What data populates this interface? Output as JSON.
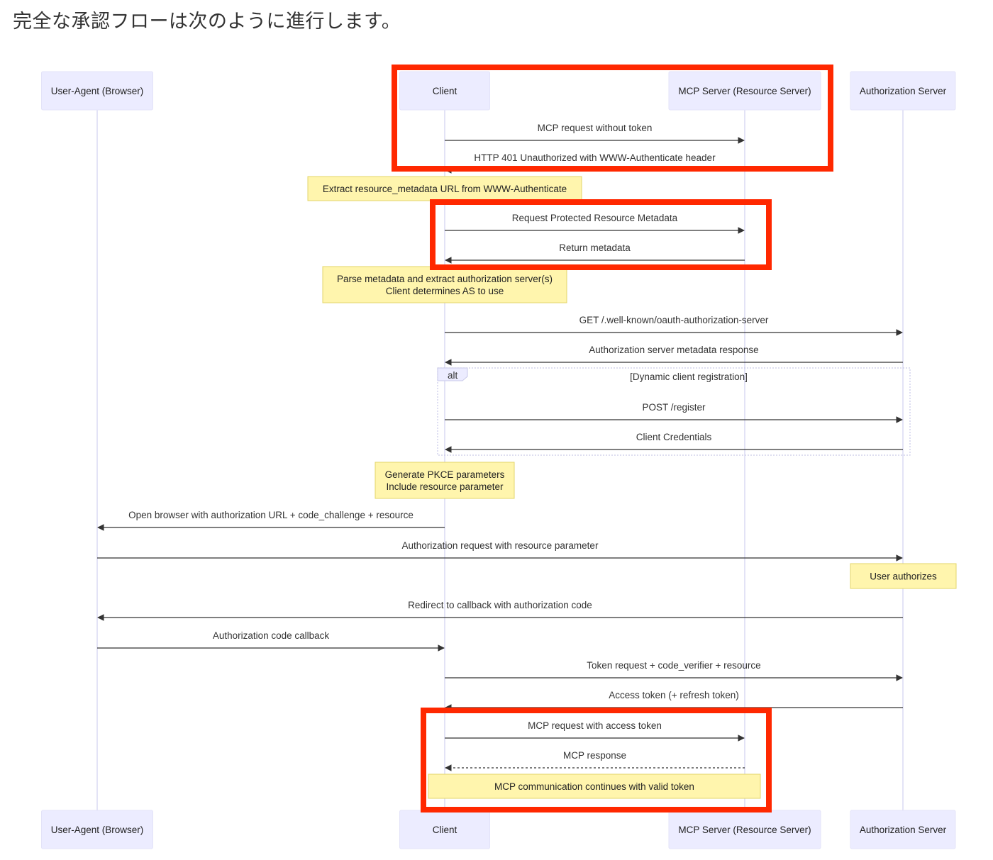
{
  "intro_text": "完全な承認フローは次のように進行します。",
  "actors": [
    {
      "id": "ua",
      "label": "User-Agent (Browser)"
    },
    {
      "id": "client",
      "label": "Client"
    },
    {
      "id": "mcp",
      "label": "MCP Server (Resource Server)"
    },
    {
      "id": "auth",
      "label": "Authorization Server"
    }
  ],
  "messages": [
    {
      "from": "client",
      "to": "mcp",
      "label": "MCP request without token",
      "style": "solid"
    },
    {
      "from": "mcp",
      "to": "client",
      "label": "HTTP 401 Unauthorized with WWW-Authenticate header",
      "style": "solid"
    },
    {
      "from": "client",
      "to": "mcp",
      "label": "Request Protected Resource Metadata",
      "style": "solid"
    },
    {
      "from": "mcp",
      "to": "client",
      "label": "Return metadata",
      "style": "solid"
    },
    {
      "from": "client",
      "to": "auth",
      "label": "GET /.well-known/oauth-authorization-server",
      "style": "solid"
    },
    {
      "from": "auth",
      "to": "client",
      "label": "Authorization server metadata response",
      "style": "solid"
    },
    {
      "from": "client",
      "to": "auth",
      "label": "POST /register",
      "style": "solid"
    },
    {
      "from": "auth",
      "to": "client",
      "label": "Client Credentials",
      "style": "solid"
    },
    {
      "from": "client",
      "to": "ua",
      "label": "Open browser with authorization URL + code_challenge + resource",
      "style": "solid"
    },
    {
      "from": "ua",
      "to": "auth",
      "label": "Authorization request with resource parameter",
      "style": "solid"
    },
    {
      "from": "auth",
      "to": "ua",
      "label": "Redirect to callback with authorization code",
      "style": "solid"
    },
    {
      "from": "ua",
      "to": "client",
      "label": "Authorization code callback",
      "style": "solid"
    },
    {
      "from": "client",
      "to": "auth",
      "label": "Token request + code_verifier + resource",
      "style": "solid"
    },
    {
      "from": "auth",
      "to": "client",
      "label": "Access token (+ refresh token)",
      "style": "solid"
    },
    {
      "from": "client",
      "to": "mcp",
      "label": "MCP request with access token",
      "style": "solid"
    },
    {
      "from": "mcp",
      "to": "client",
      "label": "MCP response",
      "style": "dashed"
    }
  ],
  "notes": [
    {
      "lines": [
        "Extract resource_metadata URL from WWW-Authenticate"
      ]
    },
    {
      "lines": [
        "Parse metadata and extract authorization server(s)",
        "Client determines AS to use"
      ]
    },
    {
      "lines": [
        "Generate PKCE parameters",
        "Include resource parameter"
      ]
    },
    {
      "lines": [
        "User authorizes"
      ]
    },
    {
      "lines": [
        "MCP communication continues with valid token"
      ]
    }
  ],
  "alt_block": {
    "keyword": "alt",
    "condition": "[Dynamic client registration]"
  },
  "highlight_color": "#FF2800"
}
